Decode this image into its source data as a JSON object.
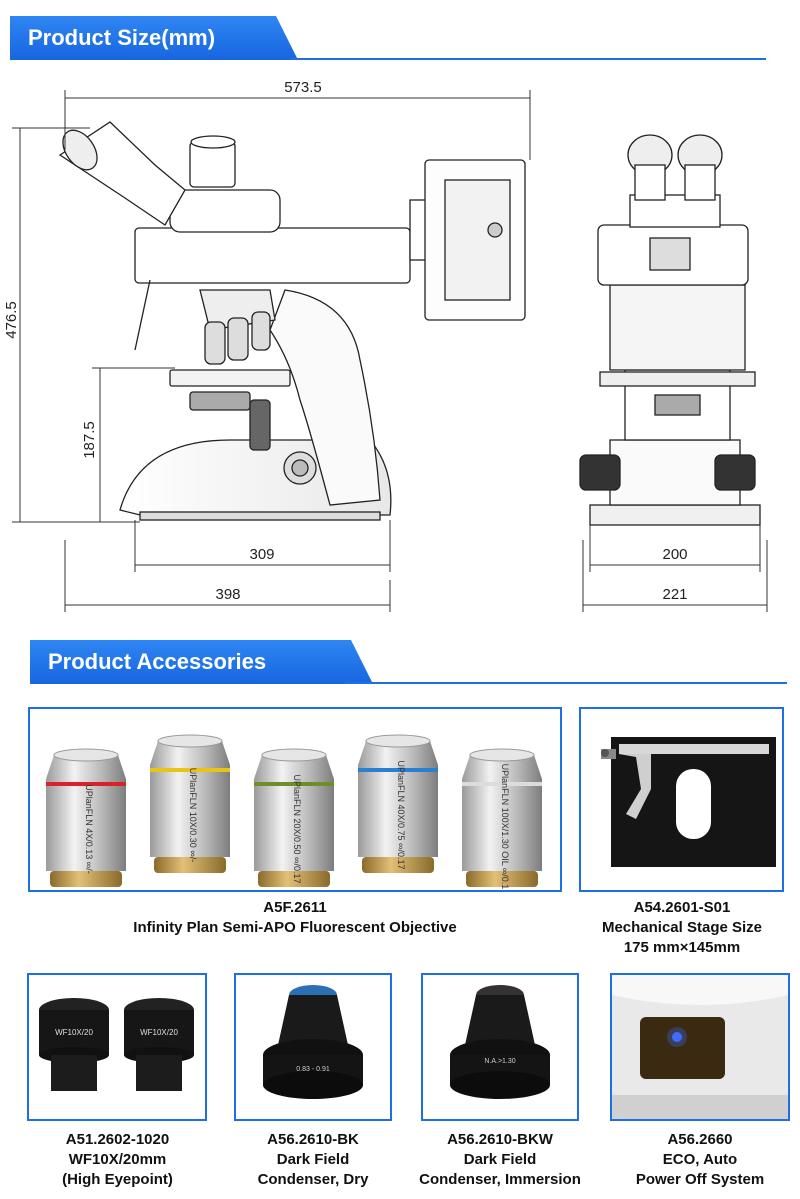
{
  "sections": {
    "size_title": "Product Size(mm)",
    "accessories_title": "Product Accessories"
  },
  "dimensions": {
    "side_width": "573.5",
    "side_height": "476.5",
    "stage_height": "187.5",
    "base_depth": "309",
    "total_depth": "398",
    "front_inner": "200",
    "front_outer": "221"
  },
  "objectives": {
    "labels": [
      {
        "text": "UPlanFLN 4X/0.13 ∞/-",
        "band": "#d8232a"
      },
      {
        "text": "UPlanFLN 10X/0.30 ∞/-",
        "band": "#e8c417"
      },
      {
        "text": "UPlanFLN 20X/0.50 ∞/0.17",
        "band": "#6d8f24"
      },
      {
        "text": "UPlanFLN 40X/0.75 ∞/0.17",
        "band": "#2a7fd1"
      },
      {
        "text": "UPlanFLN 100X/1.30 OIL ∞/0.17",
        "band": "#dcdcdc"
      }
    ]
  },
  "eyepiece": {
    "label": "WF10X/20"
  },
  "condenser_dry": {
    "label": "0.83 - 0.91"
  },
  "condenser_imm": {
    "label": "N.A.>1.30"
  },
  "captions": {
    "objective": {
      "line1": "A5F.2611",
      "line2": "Infinity Plan Semi-APO Fluorescent Objective"
    },
    "stage": {
      "line1": "A54.2601-S01",
      "line2": "Mechanical Stage Size",
      "line3": "175 mm×145mm"
    },
    "eyepiece": {
      "line1": "A51.2602-1020",
      "line2": "WF10X/20mm",
      "line3": "(High Eyepoint)"
    },
    "cond_dry": {
      "line1": "A56.2610-BK",
      "line2": "Dark Field",
      "line3": "Condenser, Dry"
    },
    "cond_imm": {
      "line1": "A56.2610-BKW",
      "line2": "Dark Field",
      "line3": "Condenser, Immersion"
    },
    "eco": {
      "line1": "A56.2660",
      "line2": "ECO, Auto",
      "line3": "Power Off System"
    }
  },
  "colors": {
    "accent": "#1e6fe6"
  }
}
